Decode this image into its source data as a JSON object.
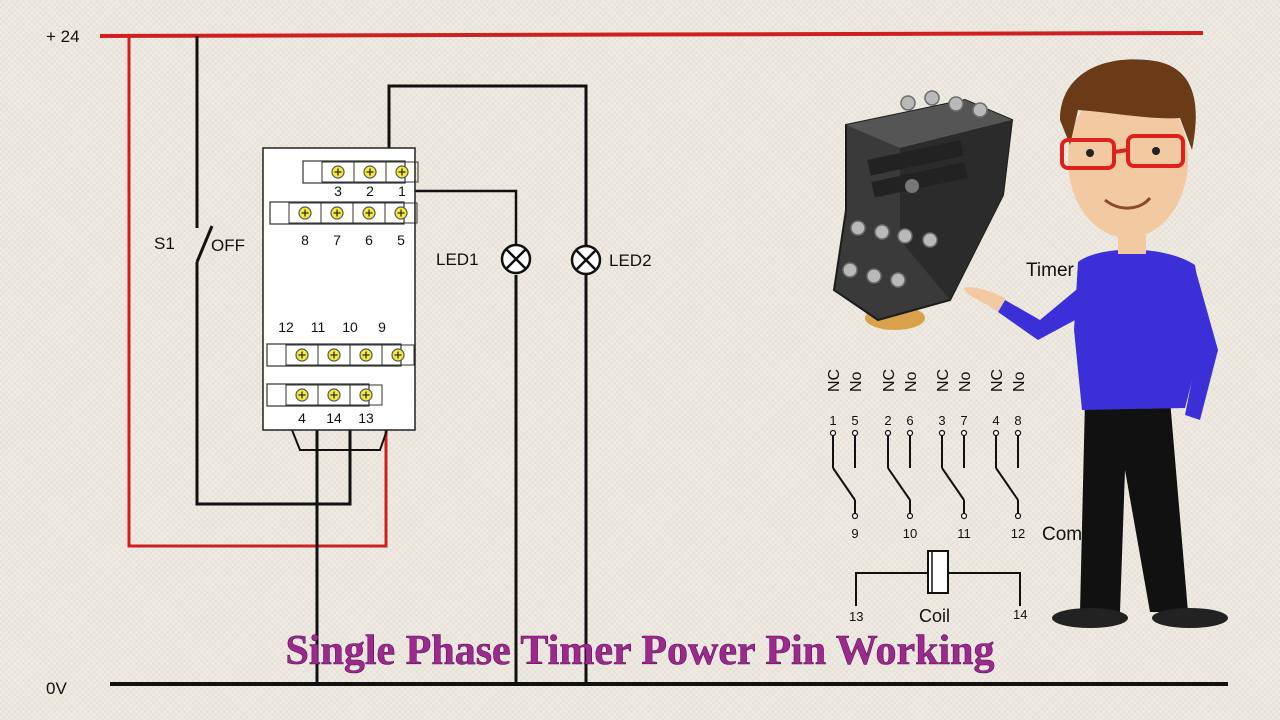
{
  "title": "Single Phase Timer Power Pin Working",
  "rails": {
    "positive": "+ 24",
    "ground": "0V"
  },
  "switch": {
    "name": "S1",
    "state": "OFF"
  },
  "lamps": [
    {
      "label": "LED1"
    },
    {
      "label": "LED2"
    }
  ],
  "base_pins": {
    "top_row": [
      "3",
      "2",
      "1"
    ],
    "second_row": [
      "8",
      "7",
      "6",
      "5"
    ],
    "third_row": [
      "12",
      "11",
      "10",
      "9"
    ],
    "bottom_row": [
      "4",
      "14",
      "13"
    ]
  },
  "schematic": {
    "contact_types": [
      "NC",
      "No",
      "NC",
      "No",
      "NC",
      "No",
      "NC",
      "No"
    ],
    "nc_pins": [
      "1",
      "2",
      "3",
      "4"
    ],
    "no_pins": [
      "5",
      "6",
      "7",
      "8"
    ],
    "common_pins": [
      "9",
      "10",
      "11",
      "12"
    ],
    "common_label": "Com",
    "coil_pins": [
      "13",
      "14"
    ],
    "coil_label": "Coil"
  },
  "presenter_label": "Timer",
  "colors": {
    "positive_wire": "#d01f1f",
    "wire": "#111111",
    "title": "#9c2a8e",
    "terminal": "#f3e93a",
    "shirt": "#3b2fd8"
  }
}
